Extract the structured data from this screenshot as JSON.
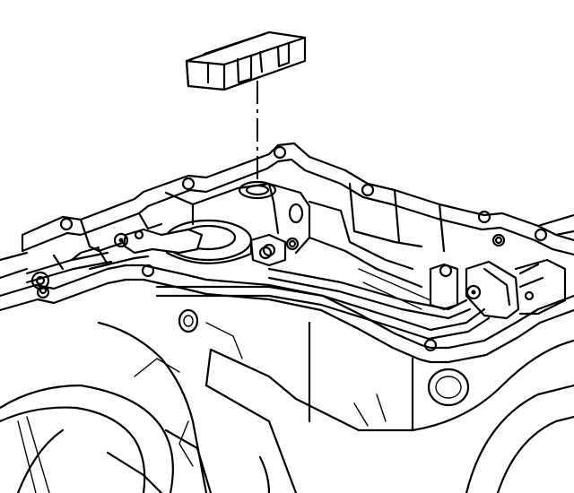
{
  "diagram": {
    "kind": "exploded-view line drawing",
    "colors": {
      "ink": "#000000",
      "paper": "#ffffff"
    },
    "parts": [
      {
        "id": "filter-element",
        "icon": "rectangular-block-icon"
      },
      {
        "id": "leader-line",
        "icon": "dashed-line-icon"
      },
      {
        "id": "housing-bore",
        "icon": "circle-bore-icon"
      },
      {
        "id": "valve-body-cover",
        "icon": "casting-icon"
      },
      {
        "id": "gasket",
        "icon": "gasket-icon"
      },
      {
        "id": "mounting-bolts",
        "icon": "bolt-icon"
      },
      {
        "id": "fluid-lines",
        "icon": "tube-icon"
      }
    ]
  }
}
